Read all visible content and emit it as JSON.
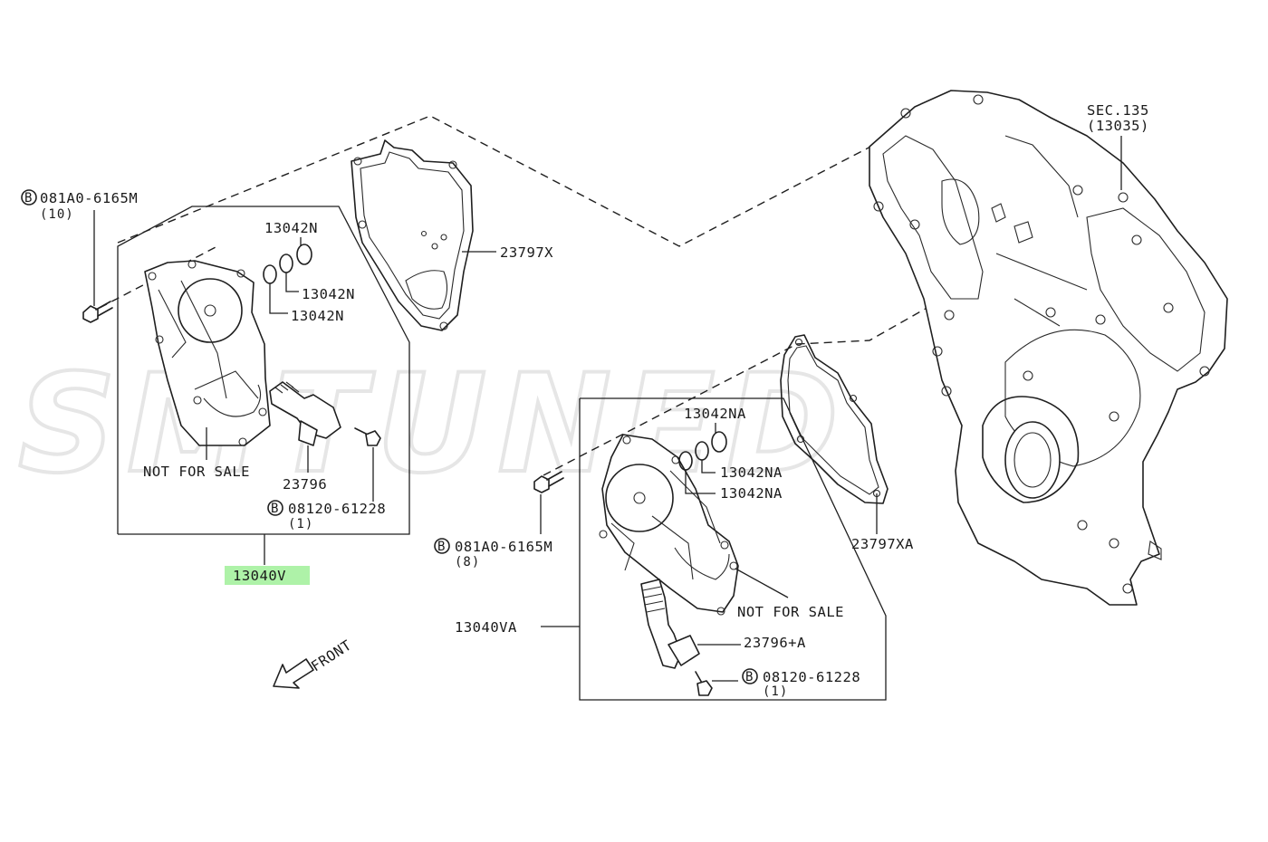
{
  "diagram": {
    "watermark": "SMTUNED",
    "group_left": {
      "bolt_top": {
        "code": "081A0-6165M",
        "qty": "(10)",
        "badge": "B"
      },
      "ring_top": "13042N",
      "ring_mid": "13042N",
      "ring_low": "13042N",
      "note": "NOT FOR SALE",
      "solenoid": "23796",
      "bolt_bottom": {
        "code": "08120-61228",
        "qty": "(1)",
        "badge": "B"
      },
      "assembly": "13040V"
    },
    "gasket_left": "23797X",
    "gasket_right": "23797XA",
    "section_ref": {
      "line1": "SEC.135",
      "line2": "(13035)"
    },
    "group_right": {
      "bolt_side": {
        "code": "081A0-6165M",
        "qty": "(8)",
        "badge": "B"
      },
      "ring_top": "13042NA",
      "ring_mid": "13042NA",
      "ring_low": "13042NA",
      "note": "NOT FOR SALE",
      "solenoid": "23796+A",
      "bolt_bottom": {
        "code": "08120-61228",
        "qty": "(1)",
        "badge": "B"
      },
      "assembly": "13040VA"
    },
    "front_label": "FRONT",
    "colors": {
      "highlight": "#aef2a8",
      "ink": "#1f1f1f"
    }
  }
}
